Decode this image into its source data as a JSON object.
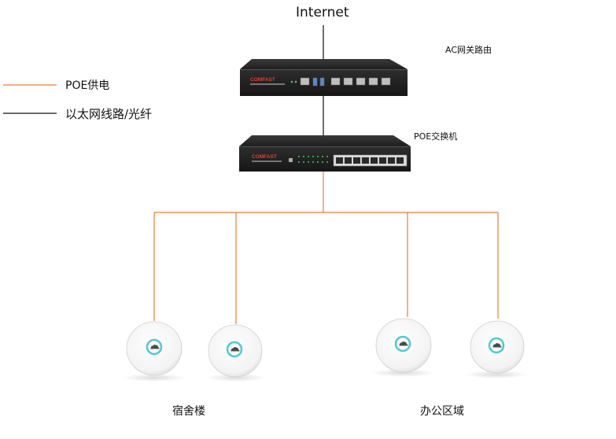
{
  "top_label": "Internet",
  "legend": {
    "poe_label": "POE供电",
    "ethernet_label": "以太网线路/光纤"
  },
  "router": {
    "label": "AC网关路由",
    "brand": "COMFAST"
  },
  "switch": {
    "label": "POE交换机",
    "brand": "COMFAST"
  },
  "groups": {
    "dorm_label": "宿舍楼",
    "office_label": "办公区域"
  },
  "colors": {
    "poe_line": "#f07a38",
    "ethernet_line": "#111111",
    "device_body": "#2b2b2b",
    "ap_ring": "#4ec8d4"
  },
  "icons": {
    "access_point_logo": "cloud-wifi-icon"
  }
}
